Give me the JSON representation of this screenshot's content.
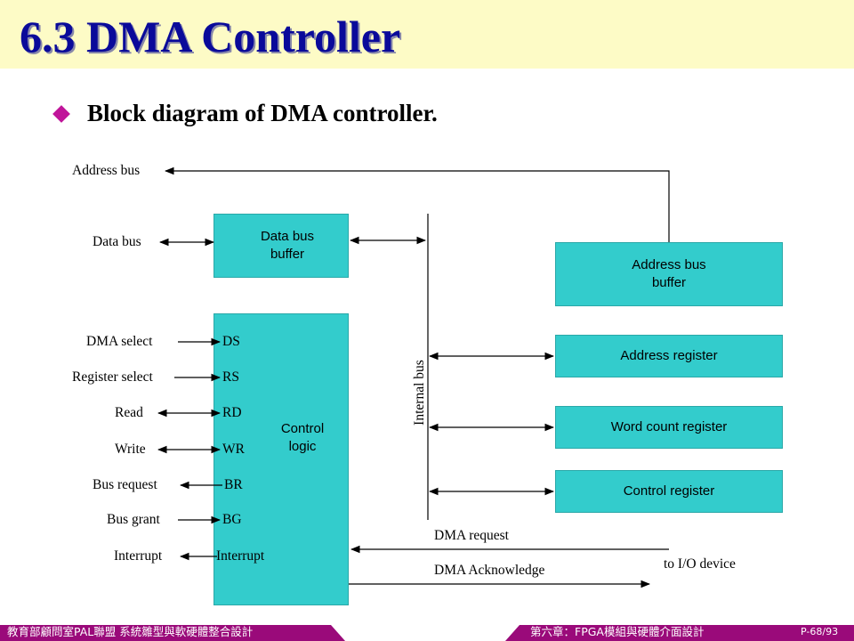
{
  "slide": {
    "title": "6.3 DMA Controller",
    "bullet": "Block diagram of DMA controller."
  },
  "diagram": {
    "external_labels": {
      "address_bus": "Address bus",
      "data_bus": "Data bus",
      "dma_select": "DMA select",
      "register_select": "Register select",
      "read": "Read",
      "write": "Write",
      "bus_request": "Bus request",
      "bus_grant": "Bus grant",
      "interrupt": "Interrupt"
    },
    "blocks": {
      "data_bus_buffer": [
        "Data bus",
        "buffer"
      ],
      "control_logic": [
        "Control",
        "logic"
      ],
      "address_bus_buffer": [
        "Address bus",
        "buffer"
      ],
      "address_register": "Address register",
      "word_count_register": "Word count register",
      "control_register": "Control register"
    },
    "pins": [
      "DS",
      "RS",
      "RD",
      "WR",
      "BR",
      "BG",
      "Interrupt"
    ],
    "internal_bus": "Internal bus",
    "dma_request": "DMA request",
    "dma_acknowledge": "DMA Acknowledge",
    "io_device": "to I/O device"
  },
  "footer": {
    "left": "教育部顧問室PAL聯盟 系統雛型與軟硬體整合設計",
    "right": "第六章：FPGA模組與硬體介面設計",
    "page": "P-68/93"
  },
  "colors": {
    "block_fill": "#33cccc",
    "title": "#0a0a9a",
    "header_bg": "#fdfbc6",
    "footer_bg": "#9a0a7a",
    "bullet": "#c0159a"
  }
}
